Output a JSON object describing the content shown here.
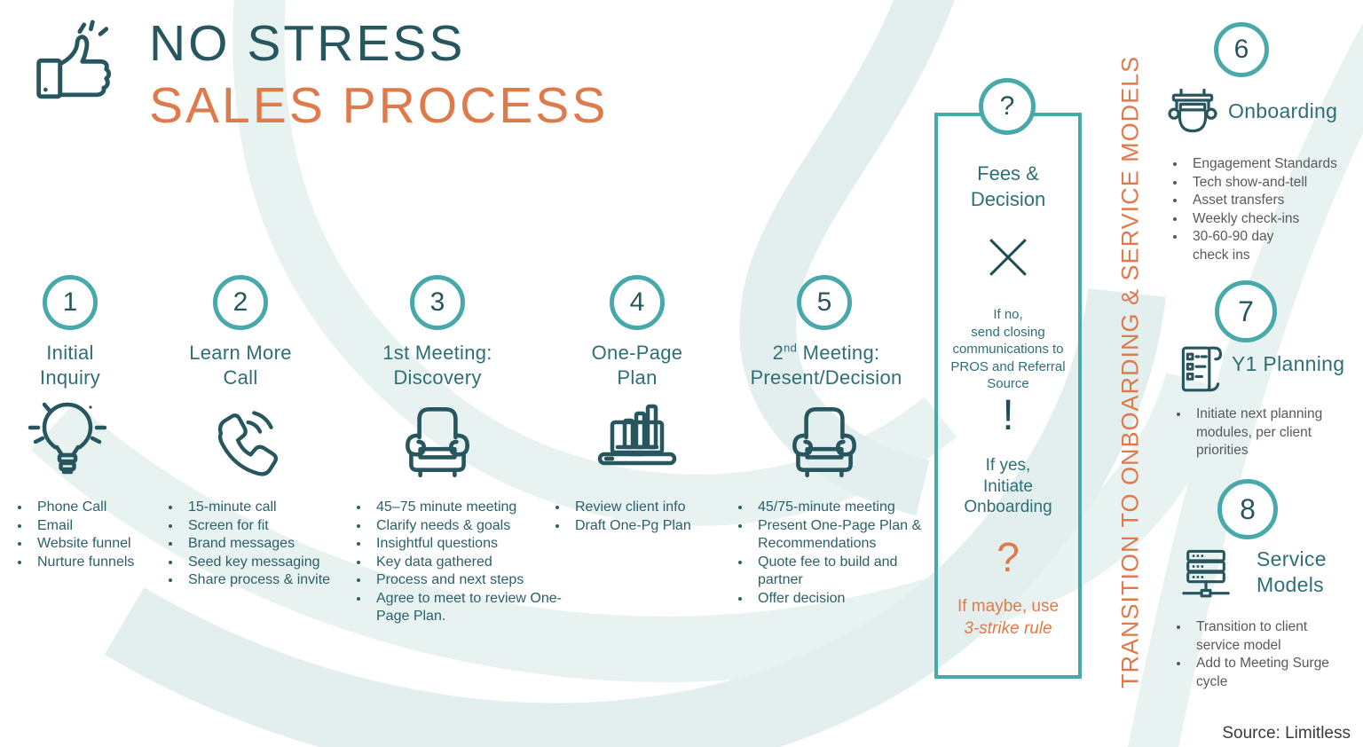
{
  "palette": {
    "teal_dark": "#27565e",
    "teal_title": "#2e6f76",
    "ring_teal": "#48a9ab",
    "orange": "#df7a4c",
    "bullet_teal": "#2c5f68",
    "bullet_gray": "#58595b",
    "swoosh_light": "#e7f2f1",
    "source_gray": "#3a3a3a"
  },
  "header": {
    "line1": "NO STRESS",
    "line2": "SALES PROCESS",
    "logo_icon": "thumbs-up-icon"
  },
  "steps": [
    {
      "number": "1",
      "title1": "Initial",
      "title2": "Inquiry",
      "icon": "lightbulb-icon",
      "bullets": [
        "Phone Call",
        "Email",
        "Website funnel",
        "Nurture funnels"
      ]
    },
    {
      "number": "2",
      "title1": "Learn More",
      "title2": "Call",
      "icon": "phone-call-icon",
      "bullets": [
        "15-minute call",
        "Screen for fit",
        "Brand messages",
        "Seed key messaging",
        "Share process & invite"
      ]
    },
    {
      "number": "3",
      "title1": "1st Meeting:",
      "title2": "Discovery",
      "icon": "armchair-icon",
      "bullets": [
        "45–75 minute meeting",
        "Clarify needs & goals",
        "Insightful questions",
        "Key data gathered",
        "Process and next steps",
        "Agree to meet to review One-Page Plan."
      ]
    },
    {
      "number": "4",
      "title1": "One-Page",
      "title2": "Plan",
      "icon": "laptop-chart-icon",
      "bullets": [
        "Review client info",
        "Draft One-Pg Plan"
      ]
    },
    {
      "number": "5",
      "title1_num": "2",
      "title1_ord": "nd",
      "title1_rest": " Meeting:",
      "title2": "Present/Decision",
      "icon": "armchair-icon",
      "bullets": [
        "45/75-minute meeting",
        "Present One-Page Plan & Recommendations",
        "Quote fee to build and partner",
        "Offer decision"
      ]
    }
  ],
  "decision": {
    "badge": "?",
    "title_lines": [
      "Fees &",
      "Decision"
    ],
    "no_symbol": "✕",
    "no_lines": [
      "If no,",
      "send closing",
      "communications to",
      "PROS and Referral",
      "Source"
    ],
    "yes_symbol": "!",
    "yes_lines": [
      "If yes,",
      "Initiate",
      "Onboarding"
    ],
    "maybe_symbol": "?",
    "maybe_text1": "If maybe, use",
    "maybe_text2": "3-strike rule"
  },
  "banner": {
    "text": "TRANSITION TO ONBOARDING & SERVICE MODELS"
  },
  "after_steps": [
    {
      "number": "6",
      "title": "Onboarding",
      "icon": "onboarding-banner-icon",
      "bullets": [
        "Engagement Standards",
        "Tech show-and-tell",
        "Asset transfers",
        "Weekly check-ins",
        "30-60-90 day check ins"
      ]
    },
    {
      "number": "7",
      "title": "Y1 Planning",
      "icon": "planning-checklist-icon",
      "bullets": [
        "Initiate next planning modules, per client priorities"
      ]
    },
    {
      "number": "8",
      "title": "Service Models",
      "icon": "server-stack-icon",
      "bullets": [
        "Transition to client service model",
        "Add to Meeting Surge cycle"
      ]
    }
  ],
  "source": "Source: Limitless"
}
